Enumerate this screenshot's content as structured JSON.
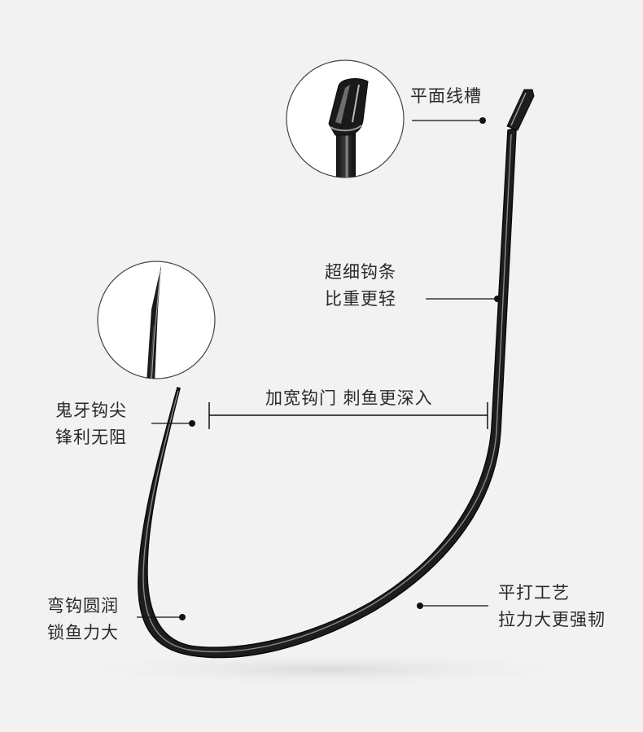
{
  "colors": {
    "background": "#f2f2f2",
    "hook": "#1d1d1d",
    "hook_highlight": "#8a8a8a",
    "leader": "#111111",
    "text": "#2a2a2a"
  },
  "callouts": {
    "groove": {
      "line1": "平面线槽"
    },
    "shank": {
      "line1": "超细钩条",
      "line2": "比重更轻"
    },
    "point": {
      "line1": "鬼牙钩尖",
      "line2": "锋利无阻"
    },
    "gap": {
      "line1": "加宽钩门 刺鱼更深入"
    },
    "bend": {
      "line1": "弯钩圆润",
      "line2": "锁鱼力大"
    },
    "forged": {
      "line1": "平打工艺",
      "line2": "拉力大更强韧"
    }
  },
  "insets": {
    "eye_detail": {
      "icon": "flat-eye-closeup"
    },
    "point_detail": {
      "icon": "needle-point-closeup"
    }
  }
}
